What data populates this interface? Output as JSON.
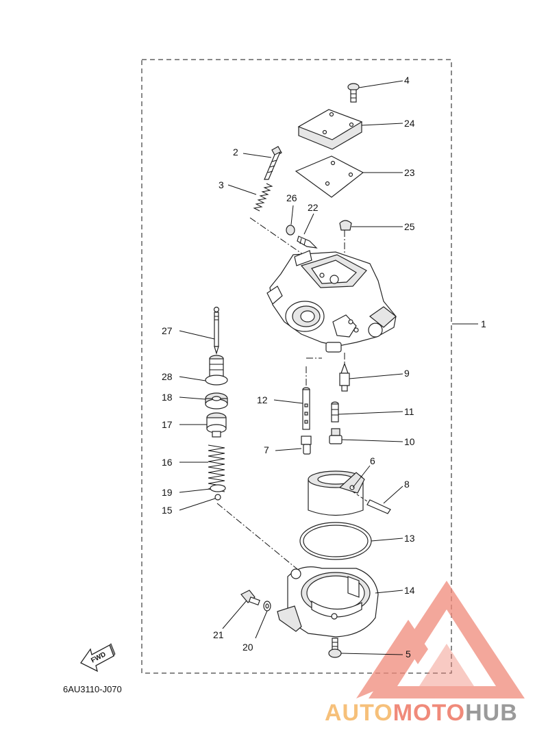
{
  "diagram": {
    "drawing_code": "6AU3110-J070",
    "fwd_label": "FWD",
    "parts": [
      {
        "id": "part-1",
        "number": "1"
      },
      {
        "id": "part-2",
        "number": "2"
      },
      {
        "id": "part-3",
        "number": "3"
      },
      {
        "id": "part-4",
        "number": "4"
      },
      {
        "id": "part-5",
        "number": "5"
      },
      {
        "id": "part-6",
        "number": "6"
      },
      {
        "id": "part-7",
        "number": "7"
      },
      {
        "id": "part-8",
        "number": "8"
      },
      {
        "id": "part-9",
        "number": "9"
      },
      {
        "id": "part-10",
        "number": "10"
      },
      {
        "id": "part-11",
        "number": "11"
      },
      {
        "id": "part-12",
        "number": "12"
      },
      {
        "id": "part-13",
        "number": "13"
      },
      {
        "id": "part-14",
        "number": "14"
      },
      {
        "id": "part-15",
        "number": "15"
      },
      {
        "id": "part-16",
        "number": "16"
      },
      {
        "id": "part-17",
        "number": "17"
      },
      {
        "id": "part-18",
        "number": "18"
      },
      {
        "id": "part-19",
        "number": "19"
      },
      {
        "id": "part-20",
        "number": "20"
      },
      {
        "id": "part-21",
        "number": "21"
      },
      {
        "id": "part-22",
        "number": "22"
      },
      {
        "id": "part-23",
        "number": "23"
      },
      {
        "id": "part-24",
        "number": "24"
      },
      {
        "id": "part-25",
        "number": "25"
      },
      {
        "id": "part-26",
        "number": "26"
      },
      {
        "id": "part-27",
        "number": "27"
      },
      {
        "id": "part-28",
        "number": "28"
      }
    ]
  },
  "watermark": {
    "word_1": "AUTO",
    "word_2": "MOTO",
    "word_3": "HUB",
    "color_primary": "#f08a7a",
    "color_secondary": "#f6c07a",
    "color_tertiary": "#9a9a9a"
  }
}
